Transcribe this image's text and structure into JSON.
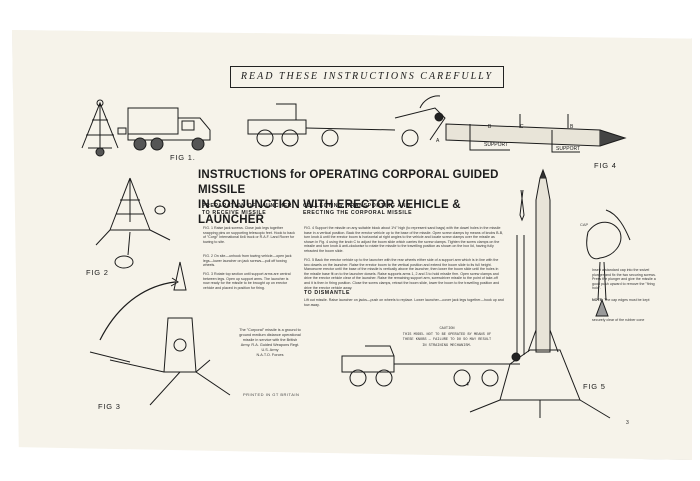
{
  "banner": "READ THESE INSTRUCTIONS CAREFULLY",
  "title_line1": "INSTRUCTIONS for OPERATING CORPORAL GUIDED MISSILE",
  "title_line2": "IN CONJUNCTION WITH ERECTOR VEHICLE & LAUNCHER",
  "section_prep": [
    "PREPARATION OF LAUNCHER",
    "TO RECEIVE MISSILE"
  ],
  "section_collect": [
    "COLLECTING, TRANSPORTING AND",
    "ERECTING THE CORPORAL MISSILE"
  ],
  "section_dismantle": "TO DISMANTLE",
  "prep_fig1": "FIG. 1  Raise jack screws. Close jack legs together snapping pins on supporting telescopic feet. Hook to back of \"Corgi\" International 6x6 truck or R.A.F. Land Rover for towing to site.",
  "prep_fig2": "FIG. 2  On site—unhook from towing vehicle—open jack legs—lower launcher on jack screws—pull off towing wheels.",
  "prep_fig3": "FIG. 3  Rotate top section until support arms are central between legs. Open up support arms. The launcher is now ready for the missile to be brought up on erector vehicle and placed in position for firing.",
  "collect_fig4": "FIG. 4  Support the missile on any suitable block about 1½\" high (to represent sand bags) with the dowel holes in the missile base in a vertical position. Back the erector vehicle up to the base of the missile. Open screw clamps by means of knobs B-B, turn knob A until the erector boom is horizontal at right angles to the vehicle and locate screw clamps over the missile as shown in Fig. 4 using the knob C to adjust the boom slide which carries the screw clamps. Tighten the screw clamps on the missile and turn knob A anti-clockwise to rotate the missile to the travelling position as shown on the box lid, having fully retracted the boom slide.",
  "collect_fig5": "FIG. 5  Back the erector vehicle up to the launcher with the rear wheels either side of a support arm which is in line with the two dowels on the launcher. Raise the erector boom to the vertical position and extend the boom slide to its full height. Manoeuvre erector until the base of the missile is vertically above the launcher, then lower the boom slide until the holes in the missile base fit on to the launcher dowels. Raise supports arms 1, 2 and 3 to hold missile firm. Open screw clamps and drive the erector vehicle clear of the launcher. Raise the remaining support arm, screwdriver missile to the point of take-off and it is then in firing position. Close the screw clamps, retract the boom slide, lower the boom to the travelling position and drive the erector vehicle away.",
  "dismantle_text": "Lift out missile. Raise launcher on jacks—push on wheels to replace. Lower launcher—cover jack legs together—hook up and tow away.",
  "corporal_note": [
    "The \"Corporal\" missile is a ground to",
    "ground medium distance operational",
    "missile in service with the British",
    "Army. R.A. Guided Weapons Regt.",
    "U.S. Army",
    "N.A.T.O. Forces"
  ],
  "caution": [
    "CAUTION",
    "THIS MODEL NOT TO BE OPERATED BY MEANS OF",
    "THESE KNOBS — FAILURE TO DO SO MAY RESULT",
    "IN STRAINING MECHANISM."
  ],
  "printed": "PRINTED IN GT BRITAIN",
  "insert_note": "Insert a standard cap into the swivel plunger and fix the two securing screws. Press the plunger and give the missile a good push upward to remove the \"firing hold\".",
  "note_label": "NOTE:",
  "note_text": "The cap edges must be kept",
  "cap_label": "CAP",
  "cap_edge": "securely clear of the rubber cone",
  "figs": {
    "fig1": "FIG 1.",
    "fig2": "FIG 2",
    "fig3": "FIG 3",
    "fig4": "FIG 4",
    "fig5": "FIG 5"
  },
  "support_labels": [
    "SUPPORT",
    "SUPPORT"
  ],
  "knob_letters": {
    "a": "A",
    "b1": "B",
    "b2": "B",
    "c": "C"
  },
  "arm_numbers": [
    "4",
    "3"
  ]
}
